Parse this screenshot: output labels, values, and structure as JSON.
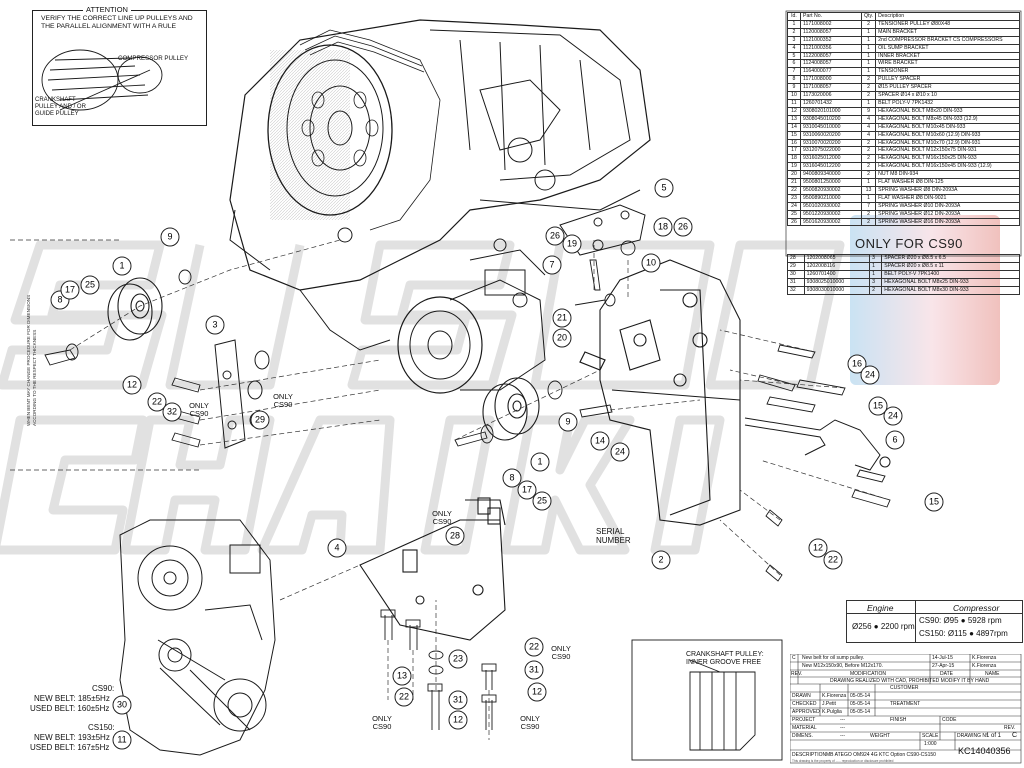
{
  "attention": {
    "title": "ATTENTION",
    "text": "VERIFY THE CORRECT LINE UP PULLEYS AND THE PARALLEL ALIGNMENT WITH A RULE",
    "compressor_label": "COMPRESSOR PULLEY",
    "crank_label": "CRANKSHAFT PULLEY AND / OR GUIDE PULLEY"
  },
  "side_note": "WHEN BENT MAY CHANGE PROCEDURE FOR DIMENSIONS ACCORDING TO THE RESPECT THICKNESS",
  "parts_header": [
    "Id.",
    "Part No.",
    "Qty.",
    "Description"
  ],
  "parts": [
    [
      "1",
      "1171008002",
      "2",
      "TENSIONER PULLEY Ø80X48"
    ],
    [
      "2",
      "1120008057",
      "1",
      "MAIN BRACKET"
    ],
    [
      "3",
      "1121000352",
      "1",
      "2nd COMPRESSOR BRACKET CS COMPRESSORS"
    ],
    [
      "4",
      "1121000356",
      "1",
      "OIL SUMP BRACKET"
    ],
    [
      "5",
      "1122008057",
      "1",
      "INNER BRACKET"
    ],
    [
      "6",
      "1124008057",
      "1",
      "WIRE BRACKET"
    ],
    [
      "7",
      "1164000077",
      "1",
      "TENSIONER"
    ],
    [
      "8",
      "1171008000",
      "2",
      "PULLEY SPACER"
    ],
    [
      "9",
      "1171008057",
      "2",
      "Ø15 PULLEY SPACER"
    ],
    [
      "10",
      "1173020006",
      "2",
      "SPACER Ø14 x Ø10 x 10"
    ],
    [
      "11",
      "1260701432",
      "1",
      "BELT POLY-V 7PK1432"
    ],
    [
      "12",
      "9308020101000",
      "9",
      "HEXAGONAL BOLT M8x20 DIN-933"
    ],
    [
      "13",
      "9308045010200",
      "4",
      "HEXAGONAL BOLT M8x45 DIN-933 (12.9)"
    ],
    [
      "14",
      "9310045010000",
      "4",
      "HEXAGONAL BOLT M10x45 DIN-933"
    ],
    [
      "15",
      "9310060020200",
      "4",
      "HEXAGONAL BOLT M10x60 (12.9) DIN-933"
    ],
    [
      "16",
      "9310070020200",
      "2",
      "HEXAGONAL BOLT M10x70 (12.9) DIN-931"
    ],
    [
      "17",
      "9312075022000",
      "2",
      "HEXAGONAL BOLT M12x150x75 DIN-931"
    ],
    [
      "18",
      "9316025012000",
      "2",
      "HEXAGONAL BOLT M16x150x25 DIN-933"
    ],
    [
      "19",
      "9316045012200",
      "2",
      "HEXAGONAL BOLT M16x150x45 DIN-933 (12.9)"
    ],
    [
      "20",
      "9400809340000",
      "2",
      "NUT M8 DIN-934"
    ],
    [
      "21",
      "9500801250000",
      "1",
      "FLAT WASHER Ø8 DIN-125"
    ],
    [
      "22",
      "9500820930002",
      "13",
      "SPRING WASHER Ø8 DIN-2093A"
    ],
    [
      "23",
      "9500890210000",
      "1",
      "FLAT WASHER Ø8 DIN-9021"
    ],
    [
      "24",
      "9501020930002",
      "7",
      "SPRING WASHER Ø10 DIN-2093A"
    ],
    [
      "25",
      "9501220930002",
      "2",
      "SPRING WASHER Ø12 DIN-2093A"
    ],
    [
      "26",
      "9501620930002",
      "2",
      "SPRING WASHER Ø16 DIN-2093A"
    ]
  ],
  "cs90_title": "ONLY FOR CS90",
  "parts_cs90": [
    [
      "28",
      "1202008065",
      "3",
      "SPACER Ø20 x Ø8.5 x 6.5"
    ],
    [
      "29",
      "1202008116",
      "1",
      "SPACER Ø20 x Ø8.5 x 11"
    ],
    [
      "30",
      "1260701400",
      "1",
      "BELT POLY-V 7PK1400"
    ],
    [
      "31",
      "9308025010000",
      "3",
      "HEXAGONAL BOLT M8x25 DIN-933"
    ],
    [
      "32",
      "9308030010000",
      "2",
      "HEXAGONAL BOLT M8x30 DIN-933"
    ]
  ],
  "engine_table": {
    "engine_header": "Engine",
    "compressor_header": "Compressor",
    "engine_value": "Ø256 ● 2200 rpm",
    "cs90_value": "CS90: Ø95 ● 5928 rpm",
    "cs150_value": "CS150: Ø115 ● 4897rpm"
  },
  "crankshaft_note": "CRANKSHAFT PULLEY: INNER GROOVE FREE",
  "serial_number": "SERIAL NUMBER",
  "belt_tension": {
    "cs90_label": "CS90:",
    "cs90_new": "NEW BELT: 185±5Hz",
    "cs90_used": "USED BELT: 160±5Hz",
    "cs150_label": "CS150:",
    "cs150_new": "NEW BELT: 193±5Hz",
    "cs150_used": "USED BELT: 167±5Hz"
  },
  "only_cs90": "ONLY CS90",
  "callouts": [
    "1",
    "2",
    "3",
    "4",
    "5",
    "6",
    "7",
    "8",
    "9",
    "10",
    "11",
    "12",
    "13",
    "14",
    "15",
    "16",
    "17",
    "18",
    "19",
    "20",
    "21",
    "22",
    "23",
    "24",
    "25",
    "26",
    "28",
    "29",
    "30",
    "31",
    "32"
  ],
  "title_block": {
    "rev_c": "New belt for oil sump pulley.",
    "rev_b": "New M12x150x90, Before M12x170.",
    "rev_date_c": "14-Jul-15",
    "rev_date_b": "27-Apr-15",
    "rev_by": "K.Fiorenza",
    "rev_col": "REV.",
    "modification": "MODIFICATION",
    "date_col": "DATE",
    "name_col": "NAME",
    "drawing_note": "DRAWING REALIZED WITH CAD, PROHIBITED MODIFY IT BY HAND",
    "drawn": "DRAWN",
    "drawn_name": "K.Fiorenza",
    "drawn_date": "05-05-14",
    "checked": "CHECKED",
    "checked_name": "J.Petit",
    "checked_date": "05-05-14",
    "approved": "APPROVED",
    "approved_name": "K.Pulglia",
    "approved_date": "05-05-14",
    "customer": "CUSTOMER",
    "treatment": "TREATMENT",
    "project": "PROJECT",
    "finish": "FINISH",
    "code": "CODE",
    "material": "MATERIAL",
    "dimens": "DIMENS.",
    "weight": "WEIGHT",
    "dash": "---",
    "scale_label": "SCALE",
    "scale": "1:000",
    "drawing_no_label": "DRAWING Nº",
    "sheet": "1 of 1",
    "rev": "REV.",
    "rev_value": "C",
    "description_label": "DESCRIPTION",
    "description": "MB ATEGO OM924 4G KTC Option CS90-CS150",
    "drawing_number": "KC14040356",
    "footer": "This drawing is the property of ...... reproduction or disclosure prohibited"
  },
  "colors": {
    "line": "#1a1a1a",
    "watermark": "#d9d9d9",
    "accent_blue": "#7fb8d6",
    "accent_red": "#e08a86",
    "accent_pink": "#f0c9cf"
  }
}
